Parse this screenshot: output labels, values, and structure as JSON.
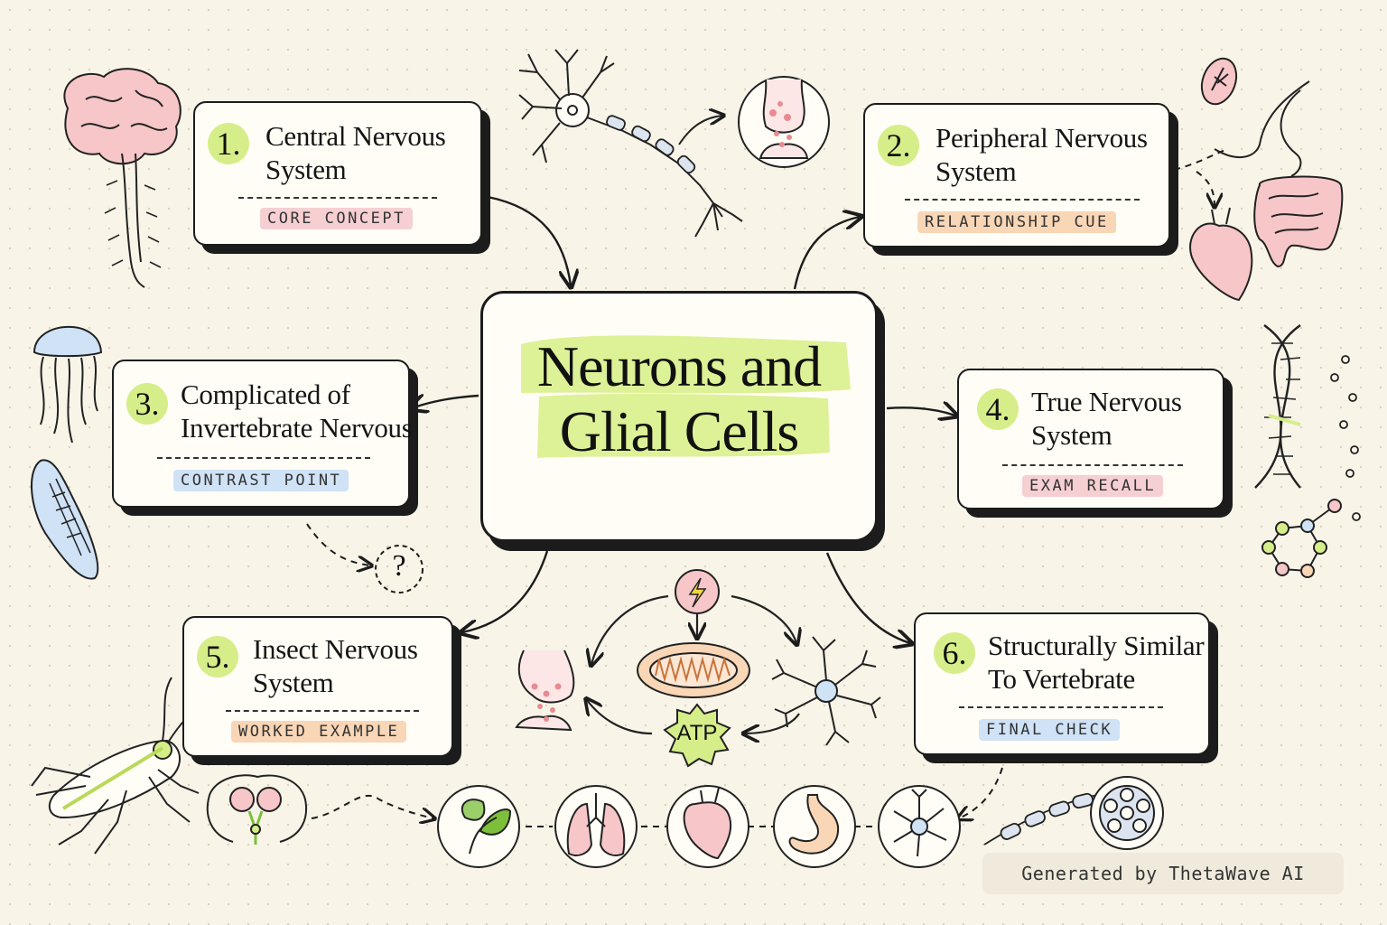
{
  "center": {
    "title_line1": "Neurons and",
    "title_line2": "Glial Cells"
  },
  "cards": [
    {
      "number": "1.",
      "line1": "Central Nervous",
      "line2": "System",
      "tag": "CORE CONCEPT"
    },
    {
      "number": "2.",
      "line1": "Peripheral Nervous",
      "line2": "System",
      "tag": "RELATIONSHIP CUE"
    },
    {
      "number": "3.",
      "line1": "Complicated of",
      "line2": "Invertebrate Nervous",
      "tag": "CONTRAST POINT"
    },
    {
      "number": "4.",
      "line1": "True Nervous",
      "line2": "System",
      "tag": "EXAM RECALL"
    },
    {
      "number": "5.",
      "line1": "Insect Nervous",
      "line2": "System",
      "tag": "WORKED EXAMPLE"
    },
    {
      "number": "6.",
      "line1": "Structurally Similar",
      "line2": "To Vertebrate",
      "tag": "FINAL CHECK"
    }
  ],
  "cycle": {
    "atp_label": "ATP"
  },
  "question_mark": "?",
  "footer": {
    "credit": "Generated by ThetaWave AI"
  },
  "colors": {
    "accent_green": "#d6ee8a",
    "tag_pink": "#f6cfd2",
    "tag_orange": "#f8d6b6",
    "tag_blue": "#cfe2f6",
    "ink": "#1c1c1c"
  },
  "icons": [
    "brain-spinal-cord-icon",
    "neuron-icon",
    "synapse-icon",
    "ganglion-icon",
    "intestine-icon",
    "heart-icon",
    "jellyfish-icon",
    "flatworm-icon",
    "dna-icon",
    "molecule-icon",
    "grasshopper-icon",
    "insect-brain-icon",
    "leaf-icon",
    "lungs-icon",
    "stomach-icon",
    "glial-cell-icon",
    "lightning-icon",
    "mitochondrion-icon",
    "axon-myelin-icon",
    "nerve-cross-section-icon"
  ]
}
